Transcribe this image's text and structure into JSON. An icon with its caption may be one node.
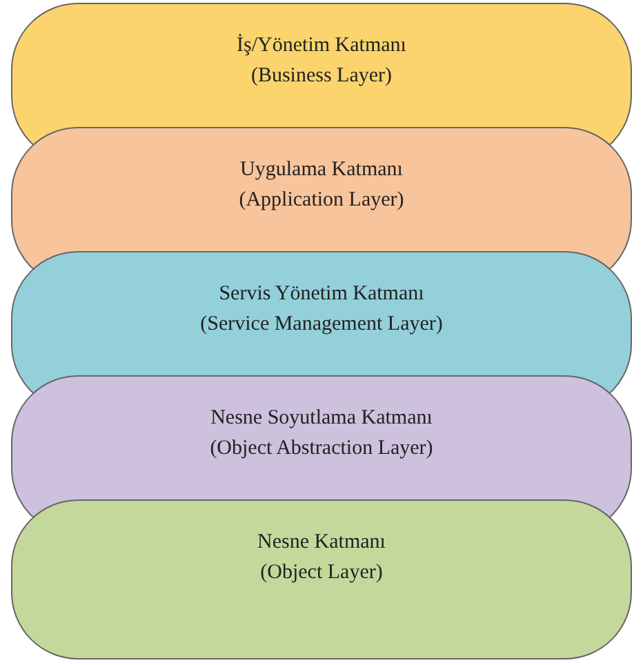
{
  "diagram": {
    "nodes": [
      {
        "text": [
          "İş/Yönetim Katmanı",
          "(Business Layer)"
        ]
      },
      {
        "text": [
          "Uygulama Katmanı",
          "(Application Layer)"
        ]
      },
      {
        "text": [
          "Servis Yönetim Katmanı",
          "(Service Management Layer)"
        ]
      },
      {
        "text": [
          "Nesne Soyutlama Katmanı",
          "(Object Abstraction Layer)"
        ]
      },
      {
        "text": [
          "Nesne Katmanı",
          "(Object Layer)"
        ]
      }
    ]
  }
}
